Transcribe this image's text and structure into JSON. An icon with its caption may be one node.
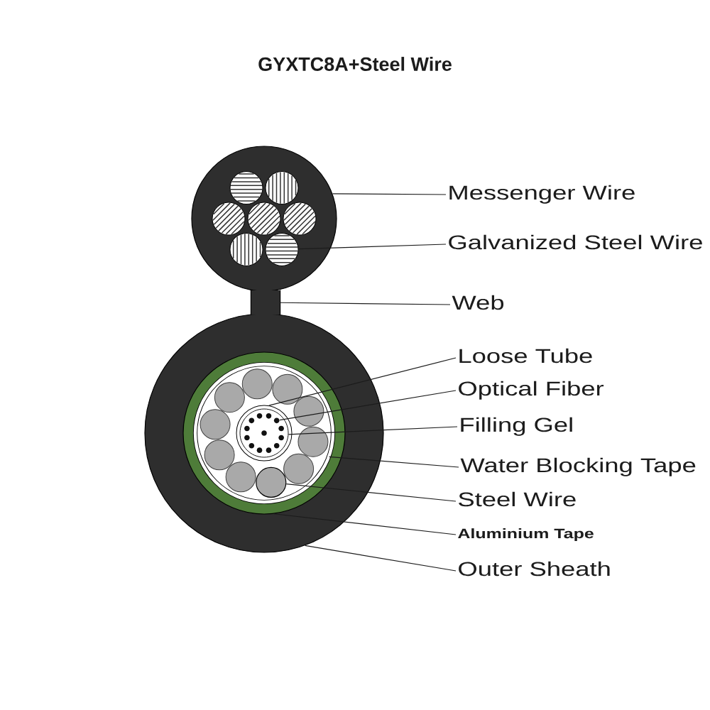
{
  "diagram": {
    "title": "GYXTC8A+Steel Wire",
    "nodes": [
      {
        "text": [],
        "shape": "circle"
      },
      {
        "text": [],
        "shape": "circle",
        "in": 0
      },
      {
        "text": [],
        "shape": "box"
      },
      {
        "text": [],
        "shape": "circle"
      },
      {
        "text": [],
        "shape": "circle",
        "in": 3
      },
      {
        "text": [],
        "shape": "circle",
        "in": 4
      },
      {
        "text": [],
        "shape": "circle",
        "in": 5
      },
      {
        "text": [],
        "shape": "circle",
        "in": 5
      },
      {
        "text": [],
        "shape": "circle",
        "in": 7
      },
      {
        "text": [],
        "shape": "circle",
        "in": 8
      },
      {
        "text": [
          "Messenger Wire"
        ]
      },
      {
        "text": [
          "Galvanized Steel Wire"
        ]
      },
      {
        "text": [
          "Web"
        ]
      },
      {
        "text": [
          "Loose Tube"
        ]
      },
      {
        "text": [
          "Optical Fiber"
        ]
      },
      {
        "text": [
          "Filling Gel"
        ]
      },
      {
        "text": [
          "Water Blocking Tape"
        ]
      },
      {
        "text": [
          "Steel Wire"
        ]
      },
      {
        "text": [
          "Aluminium Tape"
        ]
      },
      {
        "text": [
          "Outer Sheath"
        ]
      }
    ],
    "edges": [
      {
        "from": 10,
        "to": 0,
        "arrow": "none"
      },
      {
        "from": 11,
        "to": 1,
        "arrow": "none"
      },
      {
        "from": 12,
        "to": 2,
        "arrow": "none"
      },
      {
        "from": 13,
        "to": 7,
        "arrow": "none"
      },
      {
        "from": 14,
        "to": 9,
        "arrow": "none"
      },
      {
        "from": 15,
        "to": 8,
        "arrow": "none"
      },
      {
        "from": 16,
        "to": 5,
        "arrow": "none"
      },
      {
        "from": 17,
        "to": 6,
        "arrow": "none"
      },
      {
        "from": 18,
        "to": 4,
        "arrow": "none"
      },
      {
        "from": 19,
        "to": 3,
        "arrow": "none"
      }
    ]
  }
}
